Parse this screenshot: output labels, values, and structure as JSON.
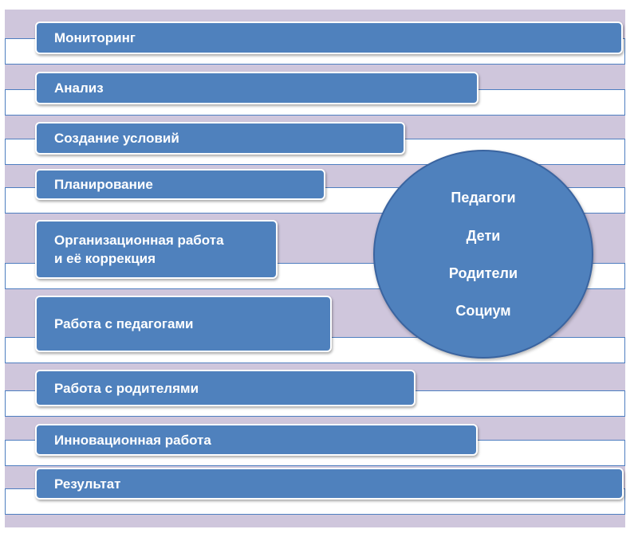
{
  "diagram": {
    "stages": [
      {
        "label": "Мониторинг"
      },
      {
        "label": "Анализ"
      },
      {
        "label": "Создание условий"
      },
      {
        "label": "Планирование"
      },
      {
        "label": "Организационная работа\nи её коррекция"
      },
      {
        "label": "Работа с педагогами"
      },
      {
        "label": "Работа с родителями"
      },
      {
        "label": "Инновационная работа"
      },
      {
        "label": "Результат"
      }
    ],
    "participants": [
      "Педагоги",
      "Дети",
      "Родители",
      "Социум"
    ]
  },
  "colors": {
    "box_fill": "#4f81bd",
    "frame_fill": "#cfc6dc",
    "band_border": "#4e7ec0",
    "text": "#ffffff"
  }
}
